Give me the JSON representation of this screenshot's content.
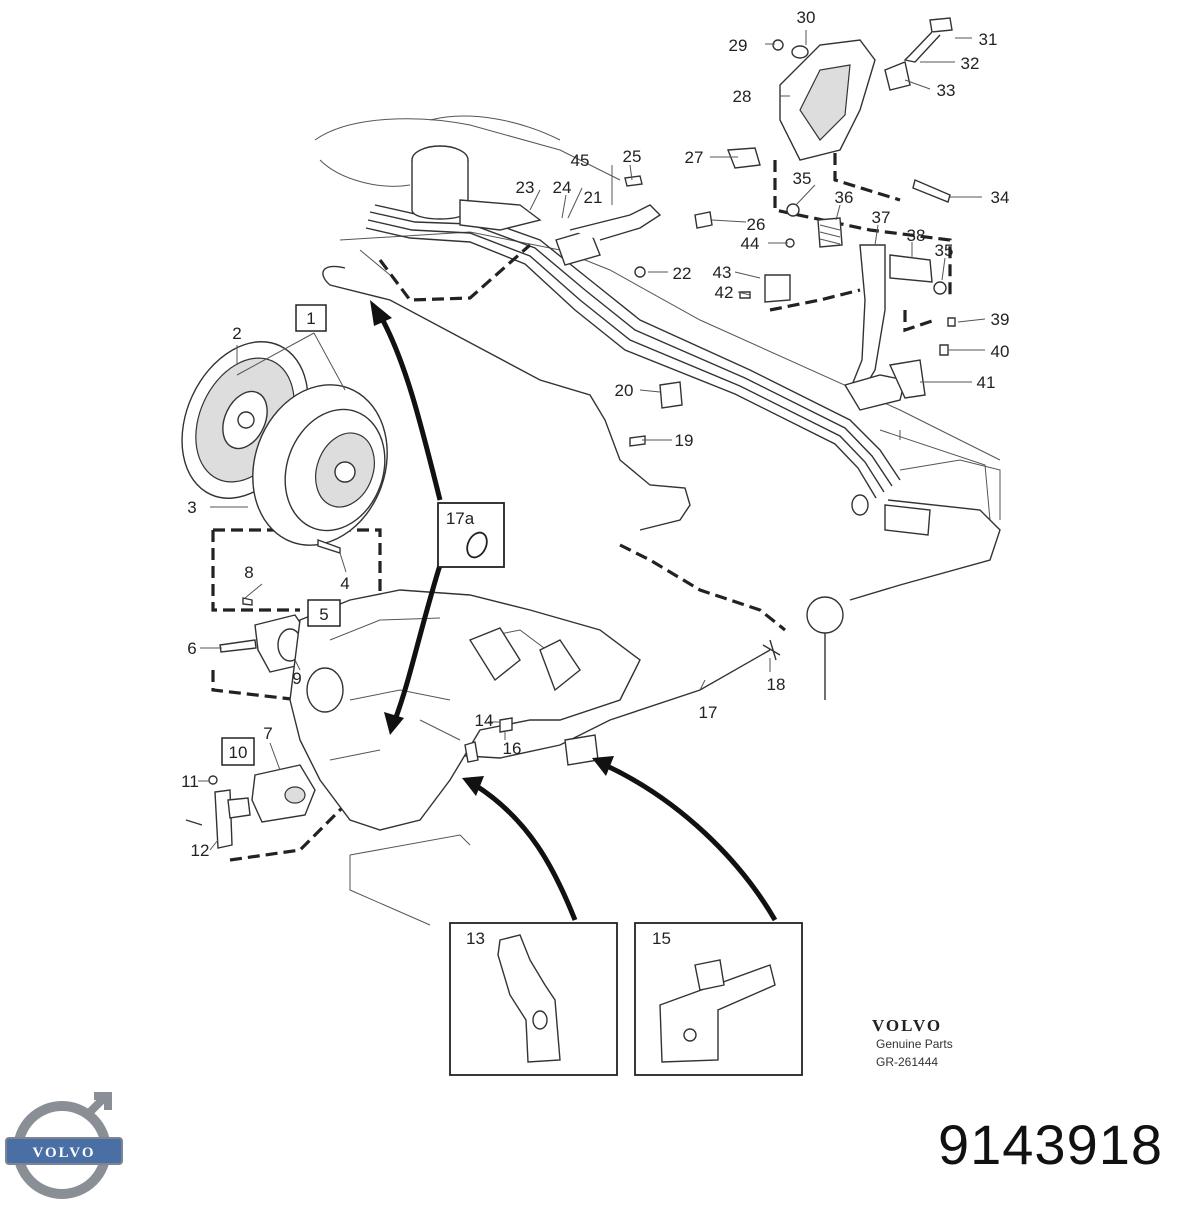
{
  "diagram": {
    "callouts": [
      {
        "id": "c1",
        "text": "1",
        "boxed": true
      },
      {
        "id": "c2",
        "text": "2"
      },
      {
        "id": "c3",
        "text": "3"
      },
      {
        "id": "c4",
        "text": "4"
      },
      {
        "id": "c5",
        "text": "5",
        "boxed": true
      },
      {
        "id": "c6",
        "text": "6"
      },
      {
        "id": "c7",
        "text": "7"
      },
      {
        "id": "c8",
        "text": "8"
      },
      {
        "id": "c9",
        "text": "9"
      },
      {
        "id": "c10",
        "text": "10",
        "boxed": true
      },
      {
        "id": "c11",
        "text": "11"
      },
      {
        "id": "c12",
        "text": "12"
      },
      {
        "id": "c13",
        "text": "13"
      },
      {
        "id": "c14",
        "text": "14"
      },
      {
        "id": "c15",
        "text": "15"
      },
      {
        "id": "c16",
        "text": "16"
      },
      {
        "id": "c17",
        "text": "17"
      },
      {
        "id": "c17a",
        "text": "17a",
        "boxed": true
      },
      {
        "id": "c18",
        "text": "18"
      },
      {
        "id": "c19",
        "text": "19"
      },
      {
        "id": "c20",
        "text": "20"
      },
      {
        "id": "c21",
        "text": "21"
      },
      {
        "id": "c22",
        "text": "22"
      },
      {
        "id": "c23",
        "text": "23"
      },
      {
        "id": "c24",
        "text": "24"
      },
      {
        "id": "c25",
        "text": "25"
      },
      {
        "id": "c26",
        "text": "26"
      },
      {
        "id": "c27",
        "text": "27"
      },
      {
        "id": "c28",
        "text": "28"
      },
      {
        "id": "c29",
        "text": "29"
      },
      {
        "id": "c30",
        "text": "30"
      },
      {
        "id": "c31",
        "text": "31"
      },
      {
        "id": "c32",
        "text": "32"
      },
      {
        "id": "c33",
        "text": "33"
      },
      {
        "id": "c34",
        "text": "34"
      },
      {
        "id": "c35a",
        "text": "35"
      },
      {
        "id": "c35b",
        "text": "35"
      },
      {
        "id": "c36",
        "text": "36"
      },
      {
        "id": "c37",
        "text": "37"
      },
      {
        "id": "c38",
        "text": "38"
      },
      {
        "id": "c39",
        "text": "39"
      },
      {
        "id": "c40",
        "text": "40"
      },
      {
        "id": "c41",
        "text": "41"
      },
      {
        "id": "c42",
        "text": "42"
      },
      {
        "id": "c43",
        "text": "43"
      },
      {
        "id": "c44",
        "text": "44"
      },
      {
        "id": "c45",
        "text": "45"
      }
    ],
    "inset_labels": {
      "inset13": "13",
      "inset15": "15"
    }
  },
  "brand": {
    "name": "VOLVO",
    "subtitle": "Genuine Parts",
    "reference": "GR-261444",
    "logo_text": "VOLVO",
    "logo_icon": "volvo-iron-mark-icon"
  },
  "part_number": "9143918",
  "colors": {
    "ink": "#222222",
    "logo_steel": "#8a8f96",
    "logo_bar": "#4a6fa5"
  }
}
